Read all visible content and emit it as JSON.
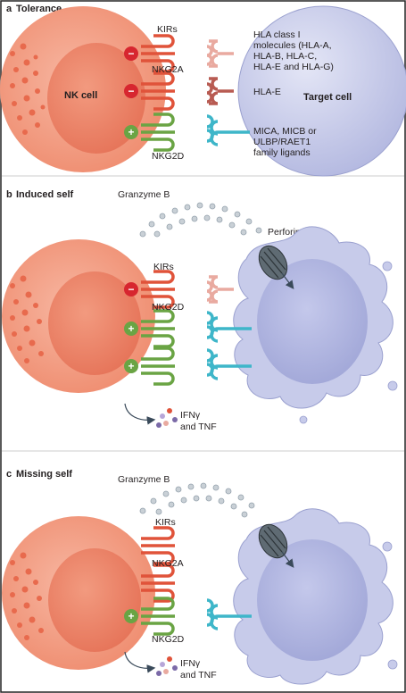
{
  "colors": {
    "nk_outer": "#f3a086",
    "nk_inner": "#ec7f62",
    "nk_dots": "#e86a4d",
    "target_fill": "#c7cbea",
    "target_inner": "#b4b9e2",
    "inhibit_red": "#d7262f",
    "activate_green": "#6aa444",
    "kir_receptor": "#e0533a",
    "hla_ligand": "#e9aaa0",
    "hlae_ligand": "#b85b52",
    "activating_ligand": "#3eb6c9",
    "granule": "#a8b5bf"
  },
  "panels": [
    {
      "letter": "a",
      "title": "Tolerance",
      "nk_label": "NK cell",
      "target_label": "Target cell",
      "receptors": [
        {
          "name": "KIRs",
          "sign": "−",
          "type": "inhibitory"
        },
        {
          "name": "NKG2A",
          "sign": "−",
          "type": "inhibitory"
        },
        {
          "name": "NKG2D",
          "sign": "+",
          "type": "activating"
        }
      ],
      "ligand_labels": [
        "HLA class I",
        "molecules (HLA-A,",
        "HLA-B, HLA-C,",
        "HLA-E and HLA-G)",
        "HLA-E",
        "MICA, MICB or",
        "ULBP/RAET1",
        "family ligands"
      ]
    },
    {
      "letter": "b",
      "title": "Induced self",
      "granzyme_label": "Granzyme B",
      "perforin_label": "Perforin",
      "receptors": [
        {
          "name": "KIRs",
          "sign": "−",
          "type": "inhibitory"
        },
        {
          "name": "NKG2D",
          "sign": "+",
          "type": "activating"
        },
        {
          "name": "",
          "sign": "+",
          "type": "activating"
        }
      ],
      "cytokine_label_1": "IFNγ",
      "cytokine_label_2": "and TNF"
    },
    {
      "letter": "c",
      "title": "Missing self",
      "granzyme_label": "Granzyme B",
      "receptors": [
        {
          "name": "KIRs",
          "type": "inhibitory"
        },
        {
          "name": "NKG2A",
          "type": "inhibitory"
        },
        {
          "name": "NKG2D",
          "sign": "+",
          "type": "activating"
        }
      ],
      "cytokine_label_1": "IFNγ",
      "cytokine_label_2": "and TNF"
    }
  ]
}
